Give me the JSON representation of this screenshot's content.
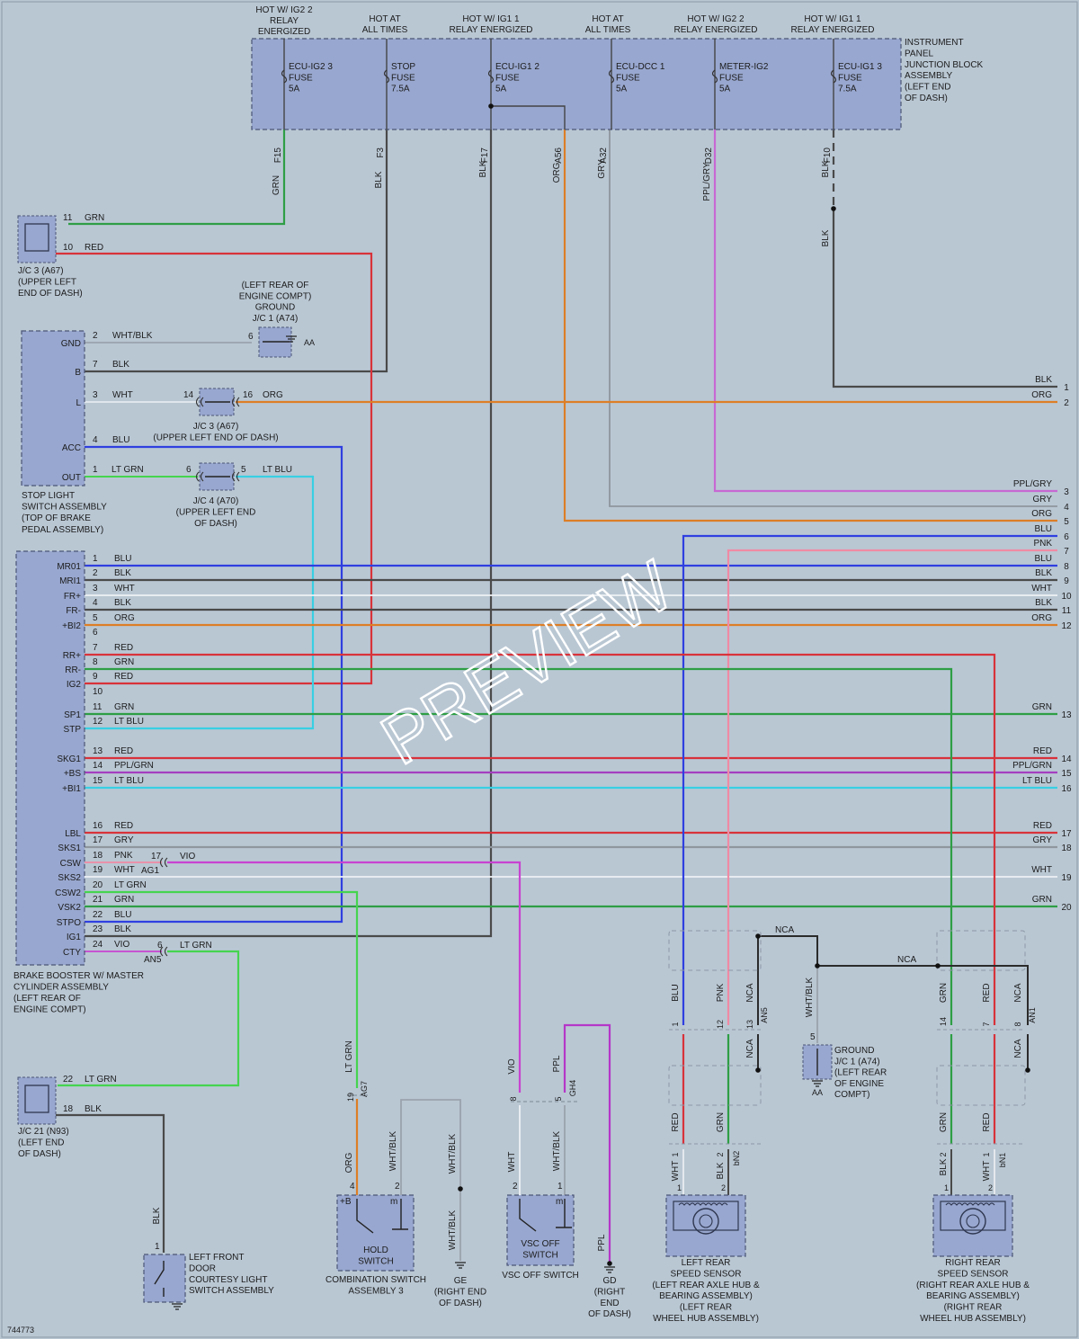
{
  "power": {
    "ig22_hdr": [
      "HOT W/ IG2 2",
      "RELAY",
      "ENERGIZED"
    ],
    "stop_hdr": [
      "HOT AT",
      "ALL TIMES"
    ],
    "ig11_hdr": [
      "HOT W/ IG1 1",
      "RELAY ENERGIZED"
    ],
    "dcc_hdr": [
      "HOT AT",
      "ALL TIMES"
    ],
    "meter_hdr": [
      "HOT W/ IG2 2",
      "RELAY ENERGIZED"
    ],
    "ig13_hdr": [
      "HOT W/ IG1 1",
      "RELAY ENERGIZED"
    ],
    "panel_label": [
      "INSTRUMENT",
      "PANEL",
      "JUNCTION BLOCK",
      "ASSEMBLY",
      "(LEFT END",
      "OF DASH)"
    ],
    "fuses": [
      [
        "ECU-IG2 3",
        "FUSE",
        "5A"
      ],
      [
        "STOP",
        "FUSE",
        "7.5A"
      ],
      [
        "ECU-IG1 2",
        "FUSE",
        "5A"
      ],
      [
        "ECU-DCC 1",
        "FUSE",
        "5A"
      ],
      [
        "METER-IG2",
        "FUSE",
        "5A"
      ],
      [
        "ECU-IG1 3",
        "FUSE",
        "7.5A"
      ]
    ],
    "terminals": [
      "F15",
      "F3",
      "F17",
      "A56",
      "A32",
      "D32",
      "F10"
    ],
    "drop_colors": [
      "GRN",
      "BLK",
      "BLK",
      "ORG",
      "GRY",
      "PPL/GRY",
      "BLK",
      "BLK"
    ]
  },
  "jc3_top": {
    "label": [
      "J/C 3 (A67)",
      "(UPPER LEFT",
      "END OF DASH)"
    ],
    "pins": [
      "11",
      "10"
    ],
    "colors": [
      "GRN",
      "RED"
    ]
  },
  "ground_a74_top": {
    "label": [
      "(LEFT REAR OF",
      "ENGINE COMPT)",
      "GROUND",
      "J/C 1 (A74)"
    ],
    "pin": "6",
    "id": "AA"
  },
  "stop_light": {
    "pins": [
      "GND",
      "B",
      "L",
      "ACC",
      "OUT"
    ],
    "nums": [
      "2",
      "7",
      "3",
      "4",
      "1"
    ],
    "colors": [
      "WHT/BLK",
      "BLK",
      "WHT",
      "BLU",
      "LT GRN"
    ],
    "label": [
      "STOP LIGHT",
      "SWITCH ASSEMBLY",
      "(TOP OF BRAKE",
      "PEDAL ASSEMBLY)"
    ]
  },
  "jc3_mid": {
    "pins": [
      "14",
      "16"
    ],
    "color": "ORG",
    "label": [
      "J/C 3 (A67)",
      "(UPPER LEFT END OF DASH)"
    ]
  },
  "jc4": {
    "pins": [
      "6",
      "5"
    ],
    "color": "LT BLU",
    "label": [
      "J/C 4 (A70)",
      "(UPPER LEFT END",
      "OF DASH)"
    ]
  },
  "brake_booster": {
    "pins": [
      "MR01",
      "MRI1",
      "FR+",
      "FR-",
      "+BI2",
      "",
      "RR+",
      "RR-",
      "IG2",
      "",
      "SP1",
      "STP",
      "SKG1",
      "+BS",
      "+BI1",
      "LBL",
      "SKS1",
      "CSW",
      "SKS2",
      "CSW2",
      "VSK2",
      "STPO",
      "IG1",
      "CTY"
    ],
    "nums": [
      "1",
      "2",
      "3",
      "4",
      "5",
      "6",
      "7",
      "8",
      "9",
      "10",
      "11",
      "12",
      "13",
      "14",
      "15",
      "16",
      "17",
      "18",
      "19",
      "20",
      "21",
      "22",
      "23",
      "24"
    ],
    "colors": [
      "BLU",
      "BLK",
      "WHT",
      "BLK",
      "ORG",
      "",
      "RED",
      "GRN",
      "RED",
      "",
      "GRN",
      "LT BLU",
      "RED",
      "PPL/GRN",
      "LT BLU",
      "RED",
      "GRY",
      "PNK",
      "WHT",
      "LT GRN",
      "GRN",
      "BLU",
      "BLK",
      "VIO"
    ],
    "label": [
      "BRAKE BOOSTER W/ MASTER",
      "CYLINDER ASSEMBLY",
      "(LEFT REAR OF",
      "ENGINE COMPT)"
    ],
    "ag1": [
      "17",
      "VIO",
      "AG1"
    ],
    "an5": [
      "6",
      "LT GRN",
      "AN5"
    ]
  },
  "right_edge": {
    "nums": [
      "1",
      "2",
      "3",
      "4",
      "5",
      "6",
      "7",
      "8",
      "9",
      "10",
      "11",
      "12",
      "13",
      "14",
      "15",
      "16",
      "17",
      "18",
      "19",
      "20"
    ],
    "colors": [
      "BLK",
      "ORG",
      "PPL/GRY",
      "GRY",
      "ORG",
      "BLU",
      "PNK",
      "BLU",
      "BLK",
      "WHT",
      "BLK",
      "ORG",
      "GRN",
      "RED",
      "PPL/GRN",
      "LT BLU",
      "RED",
      "GRY",
      "WHT",
      "GRN"
    ]
  },
  "jc21": {
    "pins": [
      "22",
      "18"
    ],
    "colors": [
      "LT GRN",
      "BLK"
    ],
    "label": [
      "J/C 21 (N93)",
      "(LEFT END",
      "OF DASH)"
    ]
  },
  "door": {
    "pin": "1",
    "color": "BLK",
    "label": [
      "LEFT FRONT",
      "DOOR",
      "COURTESY LIGHT",
      "SWITCH ASSEMBLY"
    ]
  },
  "combo": {
    "ag7": [
      "19",
      "AG7"
    ],
    "colors": [
      "LT GRN",
      "ORG",
      "WHT/BLK",
      "WHT/BLK",
      "WHT/BLK"
    ],
    "pins": [
      "4",
      "2",
      "+B",
      "m"
    ],
    "label": [
      "HOLD",
      "SWITCH"
    ],
    "title": [
      "COMBINATION SWITCH",
      "ASSEMBLY 3"
    ],
    "ground": [
      "GE",
      "(RIGHT END",
      "OF DASH)"
    ]
  },
  "vsc": {
    "gh4": [
      "8",
      "5",
      "GH4"
    ],
    "colors": [
      "VIO",
      "PPL",
      "WHT",
      "WHT/BLK",
      "PPL"
    ],
    "pins": [
      "2",
      "1",
      "m"
    ],
    "label": [
      "VSC OFF",
      "SWITCH"
    ],
    "title": "VSC OFF SWITCH",
    "ground": [
      "GD",
      "(RIGHT",
      "END",
      "OF DASH)"
    ]
  },
  "left_sensor": {
    "colors": [
      "BLU",
      "PNK",
      "NCA",
      "RED",
      "GRN",
      "NCA",
      "WHT",
      "BLK"
    ],
    "pins": [
      "1",
      "12",
      "13",
      "AN5",
      "1",
      "2",
      "bN2"
    ],
    "label": [
      "LEFT REAR",
      "SPEED SENSOR",
      "(LEFT REAR AXLE HUB &",
      "BEARING ASSEMBLY)",
      "(LEFT REAR",
      "WHEEL HUB ASSEMBLY)"
    ]
  },
  "right_sensor": {
    "colors": [
      "GRN",
      "RED",
      "NCA",
      "GRN",
      "RED",
      "NCA",
      "BLK",
      "WHT"
    ],
    "pins": [
      "14",
      "7",
      "8",
      "AN1",
      "2",
      "1",
      "bN1"
    ],
    "label": [
      "RIGHT REAR",
      "SPEED SENSOR",
      "(RIGHT REAR AXLE HUB &",
      "BEARING ASSEMBLY)",
      "(RIGHT REAR",
      "WHEEL HUB ASSEMBLY)"
    ]
  },
  "ground_mid": {
    "label": [
      "GROUND",
      "J/C 1 (A74)",
      "(LEFT REAR",
      "OF ENGINE",
      "COMPT)"
    ],
    "pin": "5",
    "color": "WHT/BLK",
    "id": "AA",
    "nca": "NCA"
  },
  "footer": {
    "code": "744773",
    "watermark": "PREVIEW"
  },
  "wire_colors": {
    "GRN": "#2e9e45",
    "RED": "#d8323a",
    "BLK": "#4a4a4a",
    "WHT": "#eef1f4",
    "GRY": "#8f969d",
    "ORG": "#dd7e27",
    "BLU": "#2f3fe0",
    "LTGRN": "#45d44f",
    "LTBLU": "#39cfe3",
    "PNK": "#f08aa4",
    "VIO": "#c843d1",
    "PPL": "#b537c8",
    "PPLGRY": "#c868d3",
    "PPLGRN": "#a43fbf",
    "WHTBLK": "#9aa3ad"
  }
}
